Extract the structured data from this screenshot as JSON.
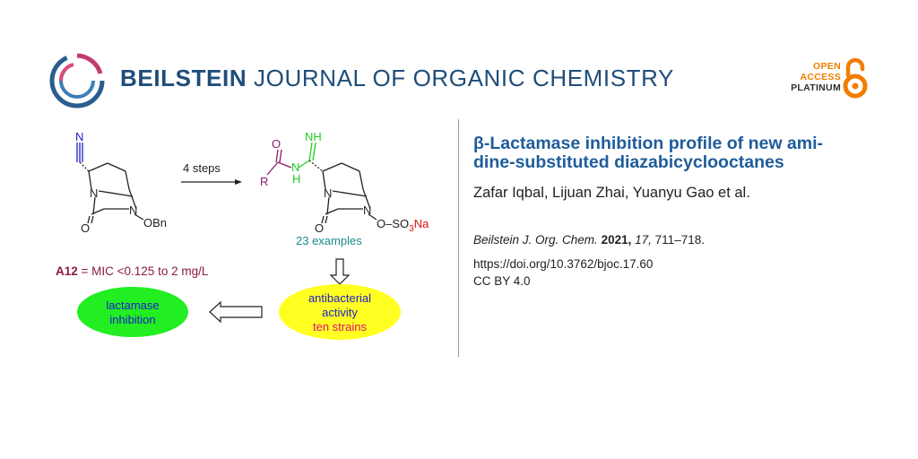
{
  "header": {
    "journal_bold": "BEILSTEIN",
    "journal_rest": "JOURNAL OF ORGANIC CHEMISTRY",
    "badge_open": "OPEN",
    "badge_access": "ACCESS",
    "badge_platinum": "PLATINUM"
  },
  "article": {
    "title_line1": "β-Lactamase inhibition profile of new ami-",
    "title_line2": "dine-substituted diazabicyclooctanes",
    "authors": "Zafar Iqbal, Lijuan Zhai, Yuanyu Gao et al.",
    "citation_journal": "Beilstein J. Org. Chem.",
    "citation_year": "2021,",
    "citation_volume": "17,",
    "citation_pages": "711–718.",
    "doi": "https://doi.org/10.3762/bjoc.17.60",
    "license": "CC BY 4.0"
  },
  "scheme": {
    "atom_N": "N",
    "atom_O": "O",
    "atom_R": "R",
    "atom_NH": "NH",
    "atom_H": "H",
    "obn": "OBn",
    "o_so3na_prefix": "O–SO",
    "o_so3na_sub": "3",
    "o_so3na_suffix": "Na",
    "arrow_label": "4 steps",
    "examples": "23 examples",
    "a12_bold": "A12",
    "a12_rest": " = MIC <0.125 to 2 mg/L",
    "green_line1": "lactamase",
    "green_line2": "inhibition",
    "yellow_line1": "antibacterial",
    "yellow_line2": "activity",
    "yellow_line3": "ten strains",
    "colors": {
      "nitrile": "#2020c8",
      "acyl": "#8a1a6a",
      "amidine": "#22cc22",
      "sulfate": "#e01010",
      "examples": "#1a8a8a",
      "green_ellipse": "#22ee22",
      "yellow_ellipse": "#ffff22",
      "ten_strains": "#e0107a"
    }
  }
}
